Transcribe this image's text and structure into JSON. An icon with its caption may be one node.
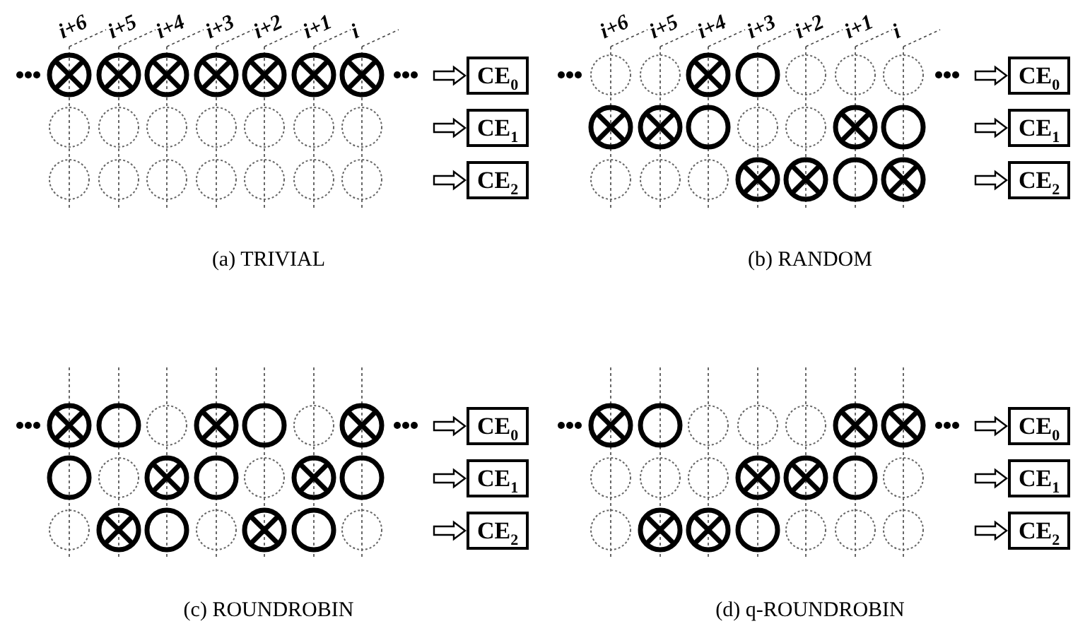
{
  "diagram": {
    "nodes": [
      {
        "text": [
          "CE$_{0}$"
        ]
      },
      {
        "text": [
          "CE$_{1}$"
        ]
      },
      {
        "text": [
          "CE$_{2}$"
        ]
      },
      {
        "text": [
          "CE$_{0}$"
        ]
      },
      {
        "text": [
          "CE$_{1}$"
        ]
      },
      {
        "text": [
          "CE$_{2}$"
        ]
      },
      {
        "text": [
          "CE$_{0}$"
        ]
      },
      {
        "text": [
          "CE$_{1}$"
        ]
      },
      {
        "text": [
          "CE$_{2}$"
        ]
      },
      {
        "text": [
          "CE$_{0}$"
        ]
      },
      {
        "text": [
          "CE$_{1}$"
        ]
      },
      {
        "text": [
          "CE$_{2}$"
        ]
      }
    ],
    "edges": [
      {
        "from": null,
        "to": 0,
        "arrow": "to"
      },
      {
        "from": null,
        "to": 1,
        "arrow": "to"
      },
      {
        "from": null,
        "to": 2,
        "arrow": "to"
      },
      {
        "from": null,
        "to": 3,
        "arrow": "to"
      },
      {
        "from": null,
        "to": 4,
        "arrow": "to"
      },
      {
        "from": null,
        "to": 5,
        "arrow": "to"
      },
      {
        "from": null,
        "to": 6,
        "arrow": "to"
      },
      {
        "from": null,
        "to": 7,
        "arrow": "to"
      },
      {
        "from": null,
        "to": 8,
        "arrow": "to"
      },
      {
        "from": null,
        "to": 9,
        "arrow": "to"
      },
      {
        "from": null,
        "to": 10,
        "arrow": "to"
      },
      {
        "from": null,
        "to": 11,
        "arrow": "to"
      }
    ],
    "labels": [
      "i+6",
      "i+5",
      "i+4",
      "i+3",
      "i+2",
      "i+1",
      "i",
      "i+6",
      "i+5",
      "i+4",
      "i+3",
      "i+2",
      "i+1",
      "i",
      "(a) TRIVIAL",
      "(b) RANDOM",
      "(c) ROUNDROBIN",
      "(d) q-ROUNDROBIN"
    ]
  }
}
